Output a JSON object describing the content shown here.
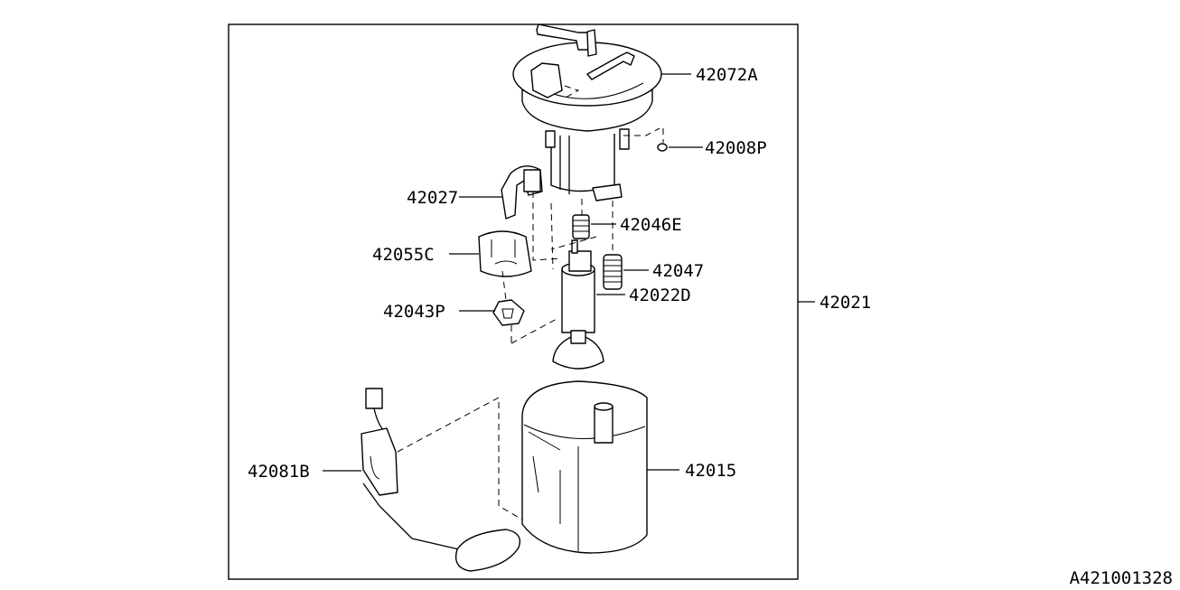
{
  "labels": {
    "p42072A": "42072A",
    "p42008P": "42008P",
    "p42027": "42027",
    "p42046E": "42046E",
    "p42055C": "42055C",
    "p42047": "42047",
    "p42022D": "42022D",
    "p42043P": "42043P",
    "p42021": "42021",
    "p42015": "42015",
    "p42081B": "42081B"
  },
  "figure_code": "A421001328"
}
